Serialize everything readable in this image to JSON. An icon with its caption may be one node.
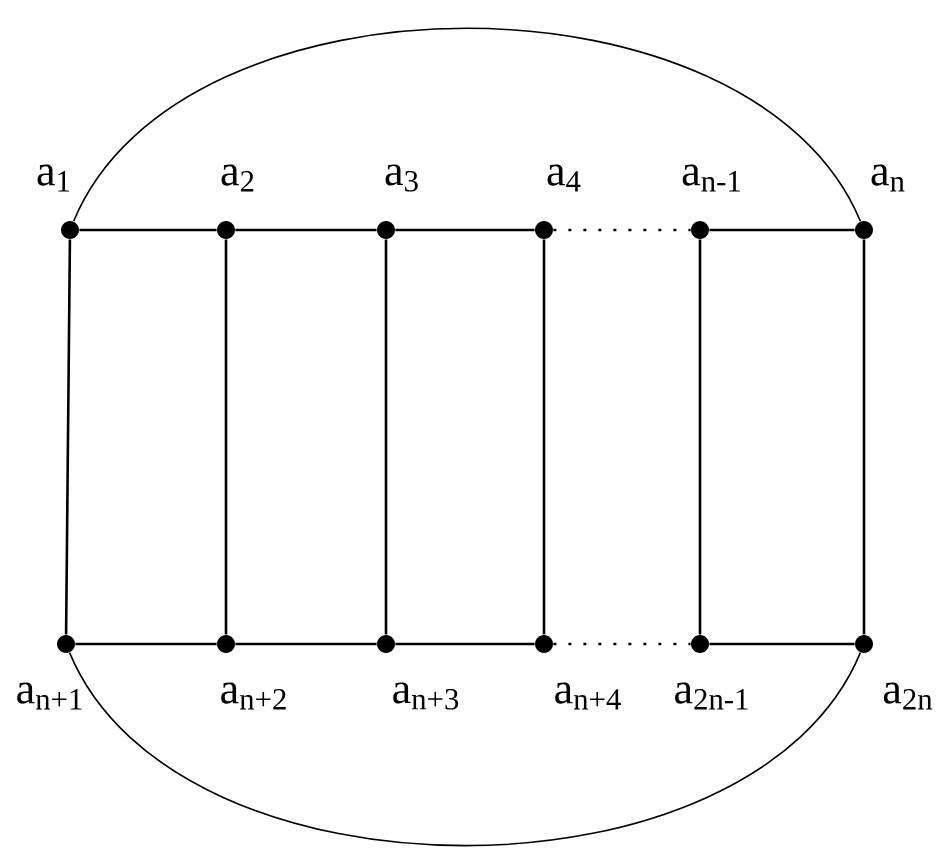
{
  "diagram": {
    "nodes": [
      {
        "text": [],
        "shape": "circle",
        "beside": [
          "a$_{1}$"
        ]
      },
      {
        "text": [],
        "shape": "circle",
        "beside": [
          "a$_{2}$"
        ]
      },
      {
        "text": [],
        "shape": "circle",
        "beside": [
          "a$_{3}$"
        ]
      },
      {
        "text": [],
        "shape": "circle",
        "beside": [
          "a$_{4}$"
        ]
      },
      {
        "text": [],
        "shape": "circle",
        "beside": [
          "a$_{n-1}$"
        ]
      },
      {
        "text": [],
        "shape": "circle",
        "beside": [
          "a$_{n}$"
        ]
      },
      {
        "text": [],
        "shape": "circle",
        "beside": [
          "a$_{n+1}$"
        ]
      },
      {
        "text": [],
        "shape": "circle",
        "beside": [
          "a$_{n+2}$"
        ]
      },
      {
        "text": [],
        "shape": "circle",
        "beside": [
          "a$_{n+3}$"
        ]
      },
      {
        "text": [],
        "shape": "circle",
        "beside": [
          "a$_{n+4}$"
        ]
      },
      {
        "text": [],
        "shape": "circle",
        "beside": [
          "a$_{2n-1}$"
        ]
      },
      {
        "text": [],
        "shape": "circle",
        "beside": [
          "a$_{2n}$"
        ]
      }
    ],
    "edges": [
      {
        "from": 0,
        "to": 1,
        "arrow": "none"
      },
      {
        "from": 1,
        "to": 2,
        "arrow": "none"
      },
      {
        "from": 2,
        "to": 3,
        "arrow": "none"
      },
      {
        "from": 3,
        "to": 4,
        "arrow": "none",
        "style": "dashed"
      },
      {
        "from": 4,
        "to": 5,
        "arrow": "none"
      },
      {
        "from": 6,
        "to": 7,
        "arrow": "none"
      },
      {
        "from": 7,
        "to": 8,
        "arrow": "none"
      },
      {
        "from": 8,
        "to": 9,
        "arrow": "none"
      },
      {
        "from": 9,
        "to": 10,
        "arrow": "none",
        "style": "dashed"
      },
      {
        "from": 10,
        "to": 11,
        "arrow": "none"
      },
      {
        "from": 0,
        "to": 6,
        "arrow": "none"
      },
      {
        "from": 1,
        "to": 7,
        "arrow": "none"
      },
      {
        "from": 2,
        "to": 8,
        "arrow": "none"
      },
      {
        "from": 3,
        "to": 9,
        "arrow": "none"
      },
      {
        "from": 4,
        "to": 10,
        "arrow": "none"
      },
      {
        "from": 5,
        "to": 11,
        "arrow": "none"
      },
      {
        "from": 0,
        "to": 5,
        "arrow": "none"
      },
      {
        "from": 6,
        "to": 11,
        "arrow": "none"
      }
    ]
  }
}
